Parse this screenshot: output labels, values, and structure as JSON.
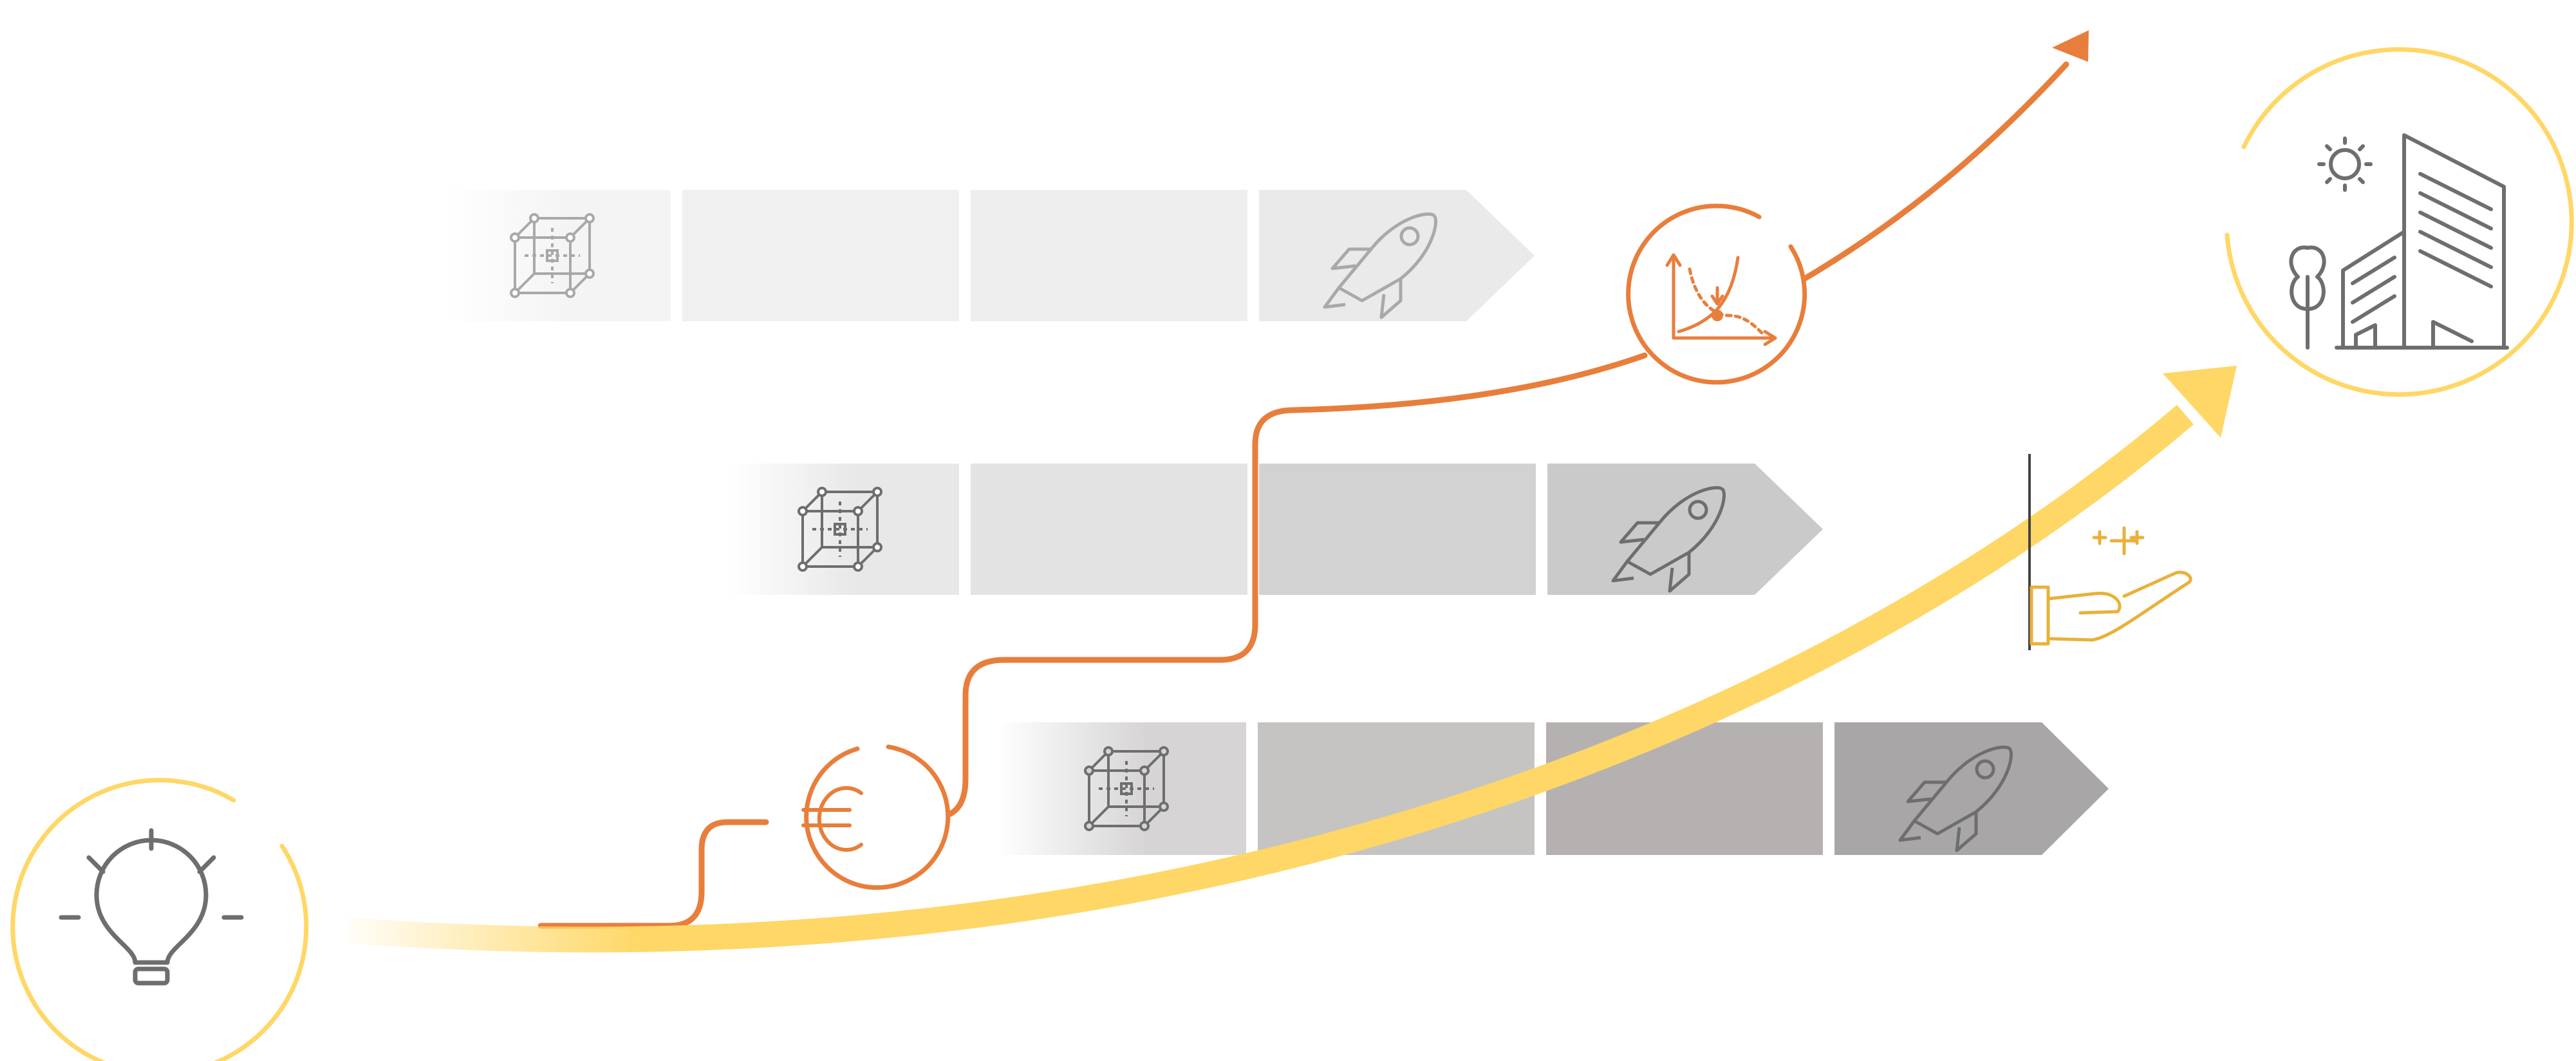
{
  "colors": {
    "yellow": "#FFD766",
    "yellow_icon": "#E8B13A",
    "orange": "#E87E3B",
    "gray_icon": "#6E6E6E",
    "gray_icon_light": "#A9A9A9"
  },
  "icons": {
    "start": "lightbulb-icon",
    "end": "building-sun-tree-icon",
    "cost": "euro-icon",
    "optimization": "optimization-curve-icon",
    "support": "hand-plus-icon",
    "prototype": "cube-icon",
    "launch": "rocket-icon"
  },
  "tracks": [
    {
      "id": "top",
      "segments": 4,
      "tone_colors": [
        "#F2F2F2",
        "#F0F0F0",
        "#EEEEEE",
        "#EAEAEA"
      ]
    },
    {
      "id": "middle",
      "segments": 4,
      "tone_colors": [
        "#E8E8E8",
        "#E3E3E3",
        "#D2D2D2",
        "#CACACA"
      ]
    },
    {
      "id": "bottom",
      "segments": 4,
      "tone_colors": [
        "#D6D4D4",
        "#C6C3C3",
        "#B5B1B1",
        "#A8A6A6"
      ]
    }
  ]
}
